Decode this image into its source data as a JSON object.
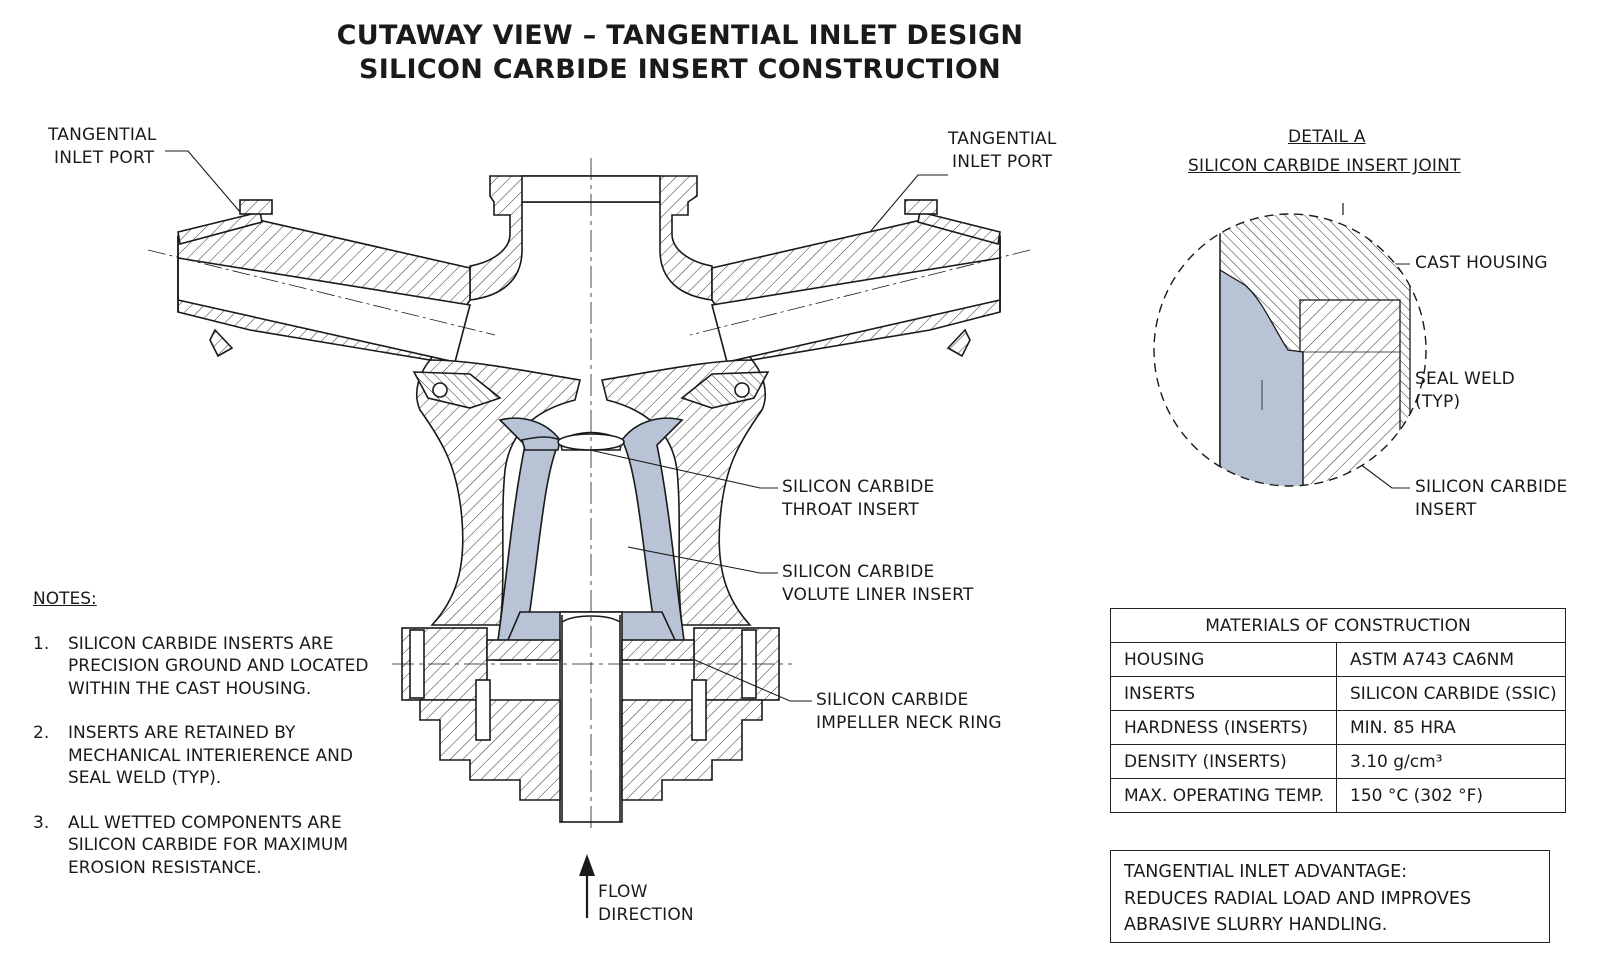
{
  "title": {
    "line1": "CUTAWAY VIEW – TANGENTIAL INLET DESIGN",
    "line2": "SILICON CARBIDE INSERT CONSTRUCTION"
  },
  "callouts": {
    "inlet_left": [
      "TANGENTIAL",
      "INLET PORT"
    ],
    "inlet_right": [
      "TANGENTIAL",
      "INLET PORT"
    ],
    "throat_insert": [
      "SILICON CARBIDE",
      "THROAT INSERT"
    ],
    "volute_liner": [
      "SILICON CARBIDE",
      "VOLUTE LINER INSERT"
    ],
    "neck_ring": [
      "SILICON CARBIDE",
      "IMPELLER NECK RING"
    ],
    "flow": [
      "FLOW",
      "DIRECTION"
    ]
  },
  "detail": {
    "title": "DETAIL A",
    "subtitle": "SILICON CARBIDE INSERT JOINT",
    "cast_housing": "CAST HOUSING",
    "seal_weld": [
      "SEAL WELD",
      "(TYP)"
    ],
    "insert": [
      "SILICON CARBIDE",
      "INSERT"
    ]
  },
  "notes": {
    "heading": "NOTES:",
    "items": [
      {
        "num": "1.",
        "text": "SILICON CARBIDE INSERTS ARE\nPRECISION GROUND AND LOCATED\nWITHIN THE CAST HOUSING."
      },
      {
        "num": "2.",
        "text": "INSERTS ARE RETAINED BY\nMECHANICAL INTERIERENCE AND\nSEAL WELD (TYP)."
      },
      {
        "num": "3.",
        "text": "ALL WETTED COMPONENTS ARE\nSILICON CARBIDE FOR MAXIMUM\nEROSION RESISTANCE."
      }
    ]
  },
  "materials": {
    "heading": "MATERIALS OF CONSTRUCTION",
    "rows": [
      {
        "property": "HOUSING",
        "value": "ASTM A743 CA6NM"
      },
      {
        "property": "INSERTS",
        "value": "SILICON CARBIDE (SSIC)"
      },
      {
        "property": "HARDNESS (INSERTS)",
        "value": "MIN. 85 HRA"
      },
      {
        "property": "DENSITY (INSERTS)",
        "value": "3.10 g/cm³"
      },
      {
        "property": "MAX. OPERATING TEMP.",
        "value": "150 °C (302 °F)"
      }
    ]
  },
  "advantage": "TANGENTIAL INLET ADVANTAGE:\nREDUCES RADIAL LOAD AND IMPROVES\nABRASIVE SLURRY HANDLING.",
  "colors": {
    "insert_fill": "#b8c3d6",
    "line": "#1a1a1a"
  }
}
